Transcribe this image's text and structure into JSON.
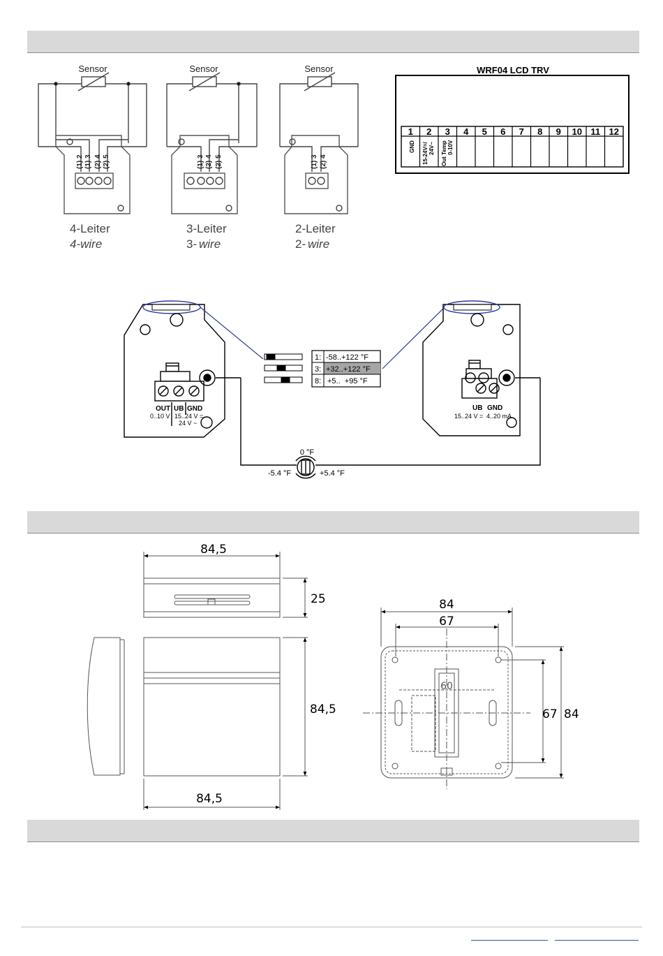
{
  "wiring": {
    "sensor_label": "Sensor",
    "diagrams": [
      {
        "terminals_a": "(1) 2",
        "terminals_b": "(1) 3",
        "terminals_c": "(2) 4",
        "terminals_d": "(2) 5",
        "name_de": "4-Leiter",
        "name_en": "4-wire"
      },
      {
        "terminals_a": "(1) 3",
        "terminals_b": "(2) 4",
        "terminals_c": "(2) 5",
        "name_de": "3-Leiter",
        "name_en_prefix": "3-",
        "name_en": "wire"
      },
      {
        "terminals_a": "(1) 3",
        "terminals_b": "(2) 4",
        "name_de": "2-Leiter",
        "name_en_prefix": "2-",
        "name_en": "wire"
      }
    ]
  },
  "terminal_table": {
    "title": "WRF04 LCD TRV",
    "numbers": [
      "1",
      "2",
      "3",
      "4",
      "5",
      "6",
      "7",
      "8",
      "9",
      "10",
      "11",
      "12"
    ],
    "labels": {
      "t1": "GND",
      "t2a": "15-24V=/",
      "t2b": "24V~",
      "t3a": "Out Temp",
      "t3b": "0-10V"
    }
  },
  "ranges": {
    "rows": [
      {
        "num": "1:",
        "range": "-58..+122 °F"
      },
      {
        "num": "3:",
        "range": "+32..+122 °F"
      },
      {
        "num": "8:",
        "range": "+5..  +95 °F"
      }
    ],
    "left_board": {
      "out": "OUT",
      "ub": "UB",
      "gnd": "GND",
      "out_sub": "0..10 V",
      "ub_sub": "15..24 V =",
      "ub_sub2": "24 V ~"
    },
    "right_board": {
      "ub": "UB",
      "gnd": "GND",
      "ub_sub": "15..24 V =",
      "gnd_sub": "4..20 mA"
    },
    "offset": {
      "center": "0 °F",
      "minus": "-5.4 °F",
      "plus": "+5.4 °F"
    }
  },
  "dimensions": {
    "top_width": "84,5",
    "top_height": "25",
    "front_height": "84,5",
    "front_width": "84,5",
    "back_outer_width": "84",
    "back_inner_width": "67",
    "back_inner_height": "67",
    "back_outer_height": "84",
    "back_slot": "60"
  }
}
